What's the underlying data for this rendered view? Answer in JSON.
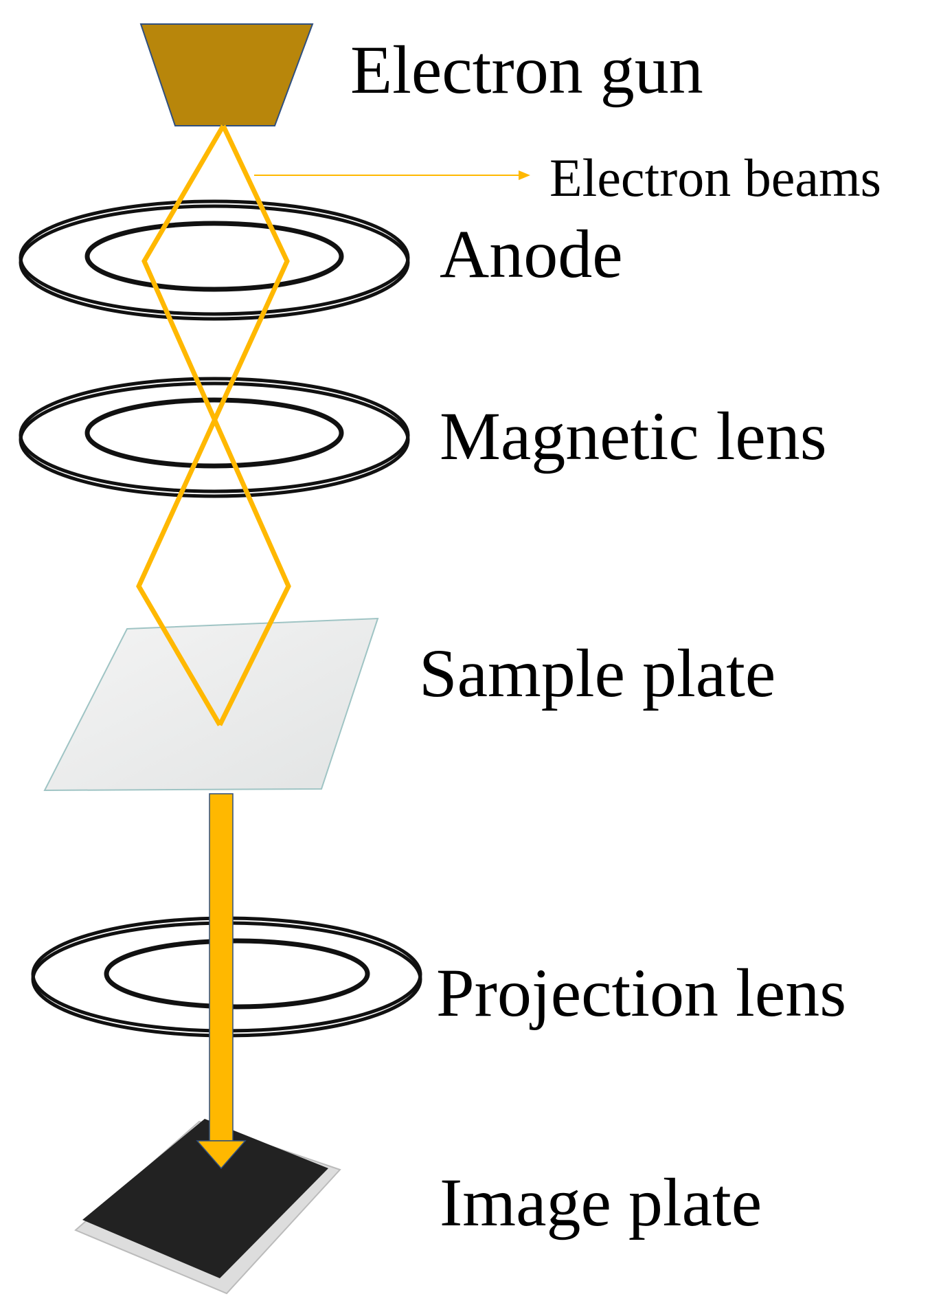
{
  "colors": {
    "gun_fill": "#B8860B",
    "gun_stroke": "#2F4F7F",
    "beam": "#FFB800",
    "ring": "#111111",
    "sample_plate": "#ececec",
    "image_plate": "#222222"
  },
  "labels": {
    "electron_gun": "Electron gun",
    "electron_beams": "Electron beams",
    "anode": "Anode",
    "magnetic_lens": "Magnetic lens",
    "sample_plate": "Sample plate",
    "projection_lens": "Projection lens",
    "image_plate": "Image plate"
  },
  "icons": {
    "beam_pointer": "arrow-right-icon",
    "projected_beam": "arrow-down-icon"
  }
}
